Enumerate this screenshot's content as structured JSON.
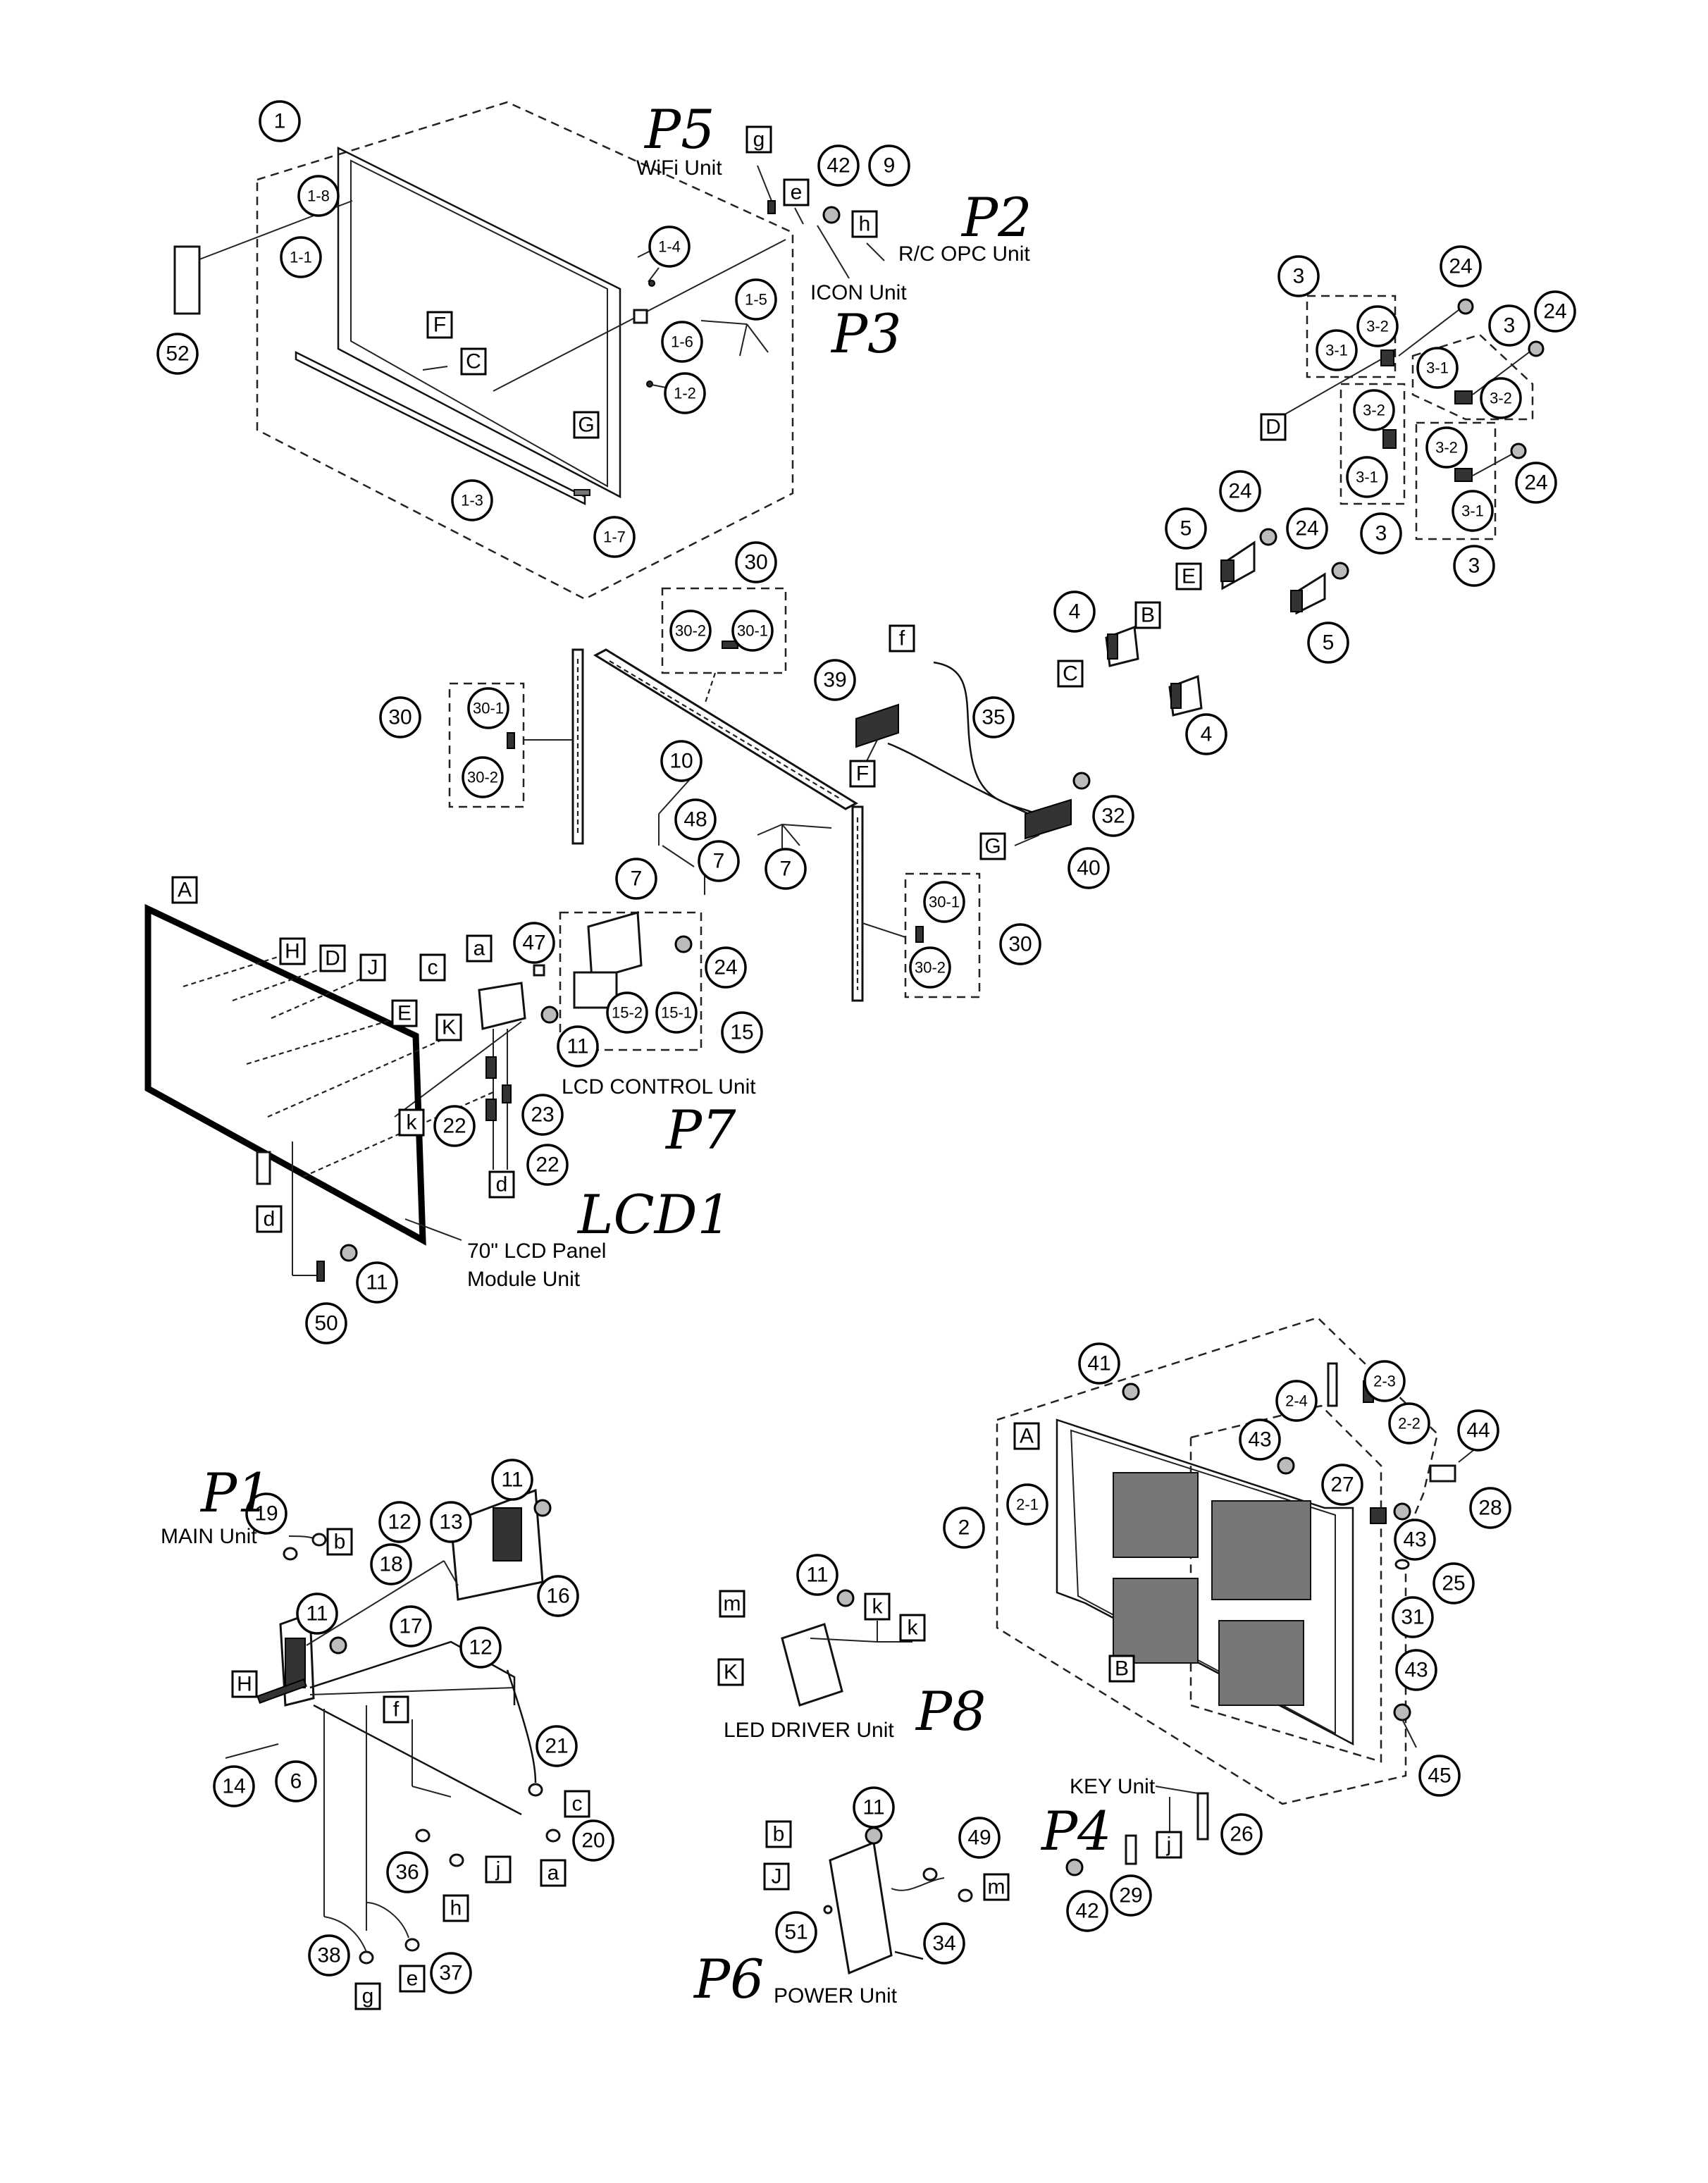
{
  "units": {
    "wifi": "WiFi Unit",
    "rc_opc": "R/C OPC Unit",
    "icon": "ICON Unit",
    "lcd_control": "LCD CONTROL Unit",
    "lcd_panel_line1": "70\" LCD Panel",
    "lcd_panel_line2": "Module Unit",
    "main": "MAIN Unit",
    "led_driver": "LED DRIVER Unit",
    "key": "KEY Unit",
    "power": "POWER Unit"
  },
  "page_refs": {
    "p1": "P1",
    "p2": "P2",
    "p3": "P3",
    "p4": "P4",
    "p5": "P5",
    "p6": "P6",
    "p7": "P7",
    "p8": "P8",
    "lcd1": "LCD1"
  },
  "callouts": {
    "c1": "1",
    "c1_8": "1-8",
    "c1_1": "1-1",
    "c1_4": "1-4",
    "c1_5": "1-5",
    "c1_6": "1-6",
    "c1_2": "1-2",
    "c1_3": "1-3",
    "c1_7": "1-7",
    "c52": "52",
    "c42a": "42",
    "c9": "9",
    "c3a": "3",
    "c3_2a": "3-2",
    "c3_1a": "3-1",
    "c24a": "24",
    "c3b": "3",
    "c3_1b": "3-1",
    "c3_2b": "3-2",
    "c24b": "24",
    "c3_2c": "3-2",
    "c3_1c": "3-1",
    "c3c": "3",
    "c3_2d": "3-2",
    "c3_1d": "3-1",
    "c24c": "24",
    "c3d": "3",
    "c24d": "24",
    "c5a": "5",
    "c24e": "24",
    "c5b": "5",
    "c4a": "4",
    "c4b": "4",
    "c30a": "30",
    "c30_2a": "30-2",
    "c30_1a": "30-1",
    "c30b": "30",
    "c30_1b": "30-1",
    "c30_2b": "30-2",
    "c39": "39",
    "c35": "35",
    "c32": "32",
    "c40": "40",
    "c10": "10",
    "c48": "48",
    "c7a": "7",
    "c7b": "7",
    "c7c": "7",
    "c30_1c": "30-1",
    "c30_2c": "30-2",
    "c30c": "30",
    "c47": "47",
    "c24f": "24",
    "c15_2": "15-2",
    "c15_1": "15-1",
    "c15": "15",
    "c11a": "11",
    "c23": "23",
    "c22a": "22",
    "c22b": "22",
    "c11b": "11",
    "c50": "50",
    "c41": "41",
    "c2_4": "2-4",
    "c2_3": "2-3",
    "c2_2": "2-2",
    "c44": "44",
    "c43a": "43",
    "c27": "27",
    "c43b": "43",
    "c28": "28",
    "c2": "2",
    "c2_1": "2-1",
    "c25": "25",
    "c31": "31",
    "c43c": "43",
    "c45": "45",
    "c11c": "11",
    "c19": "19",
    "c12a": "12",
    "c13": "13",
    "c18": "18",
    "c16": "16",
    "c11d": "11",
    "c17": "17",
    "c12b": "12",
    "c21": "21",
    "c14": "14",
    "c6": "6",
    "c20": "20",
    "c36": "36",
    "c38": "38",
    "c37": "37",
    "c11e": "11",
    "c11f": "11",
    "c49": "49",
    "c51": "51",
    "c34": "34",
    "c26": "26",
    "c42b": "42",
    "c29": "29"
  },
  "connectors": {
    "g1": "g",
    "e1": "e",
    "h1": "h",
    "F1": "F",
    "C1": "C",
    "G1": "G",
    "D1": "D",
    "E1": "E",
    "B1": "B",
    "C2": "C",
    "f1": "f",
    "F2": "F",
    "G2": "G",
    "A1": "A",
    "H1": "H",
    "D2": "D",
    "J1": "J",
    "E2": "E",
    "K1": "K",
    "k1": "k",
    "c1": "c",
    "a1": "a",
    "d1": "d",
    "d2": "d",
    "A2": "A",
    "B2": "B",
    "b1": "b",
    "H2": "H",
    "f2": "f",
    "c2": "c",
    "a2": "a",
    "j1": "j",
    "h2": "h",
    "g2": "g",
    "e2": "e",
    "m1": "m",
    "K2": "K",
    "k2": "k",
    "k3": "k",
    "b2": "b",
    "J2": "J",
    "m2": "m",
    "j2": "j"
  }
}
